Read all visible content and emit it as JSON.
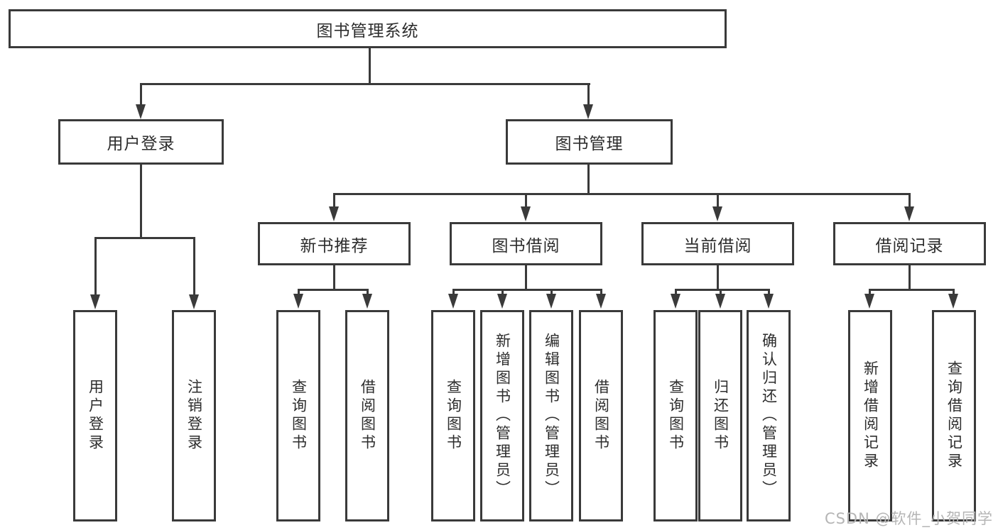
{
  "tree": {
    "root": "图书管理系统",
    "branches": [
      {
        "label": "用户登录",
        "children": [
          "用户登录",
          "注销登录"
        ]
      },
      {
        "label": "图书管理",
        "sub": [
          {
            "label": "新书推荐",
            "children": [
              "查询图书",
              "借阅图书"
            ]
          },
          {
            "label": "图书借阅",
            "children": [
              "查询图书",
              "新增图书（管理员）",
              "编辑图书（管理员）",
              "借阅图书"
            ]
          },
          {
            "label": "当前借阅",
            "children": [
              "查询图书",
              "归还图书",
              "确认归还（管理员）"
            ]
          },
          {
            "label": "借阅记录",
            "children": [
              "新增借阅记录",
              "查询借阅记录"
            ]
          }
        ]
      }
    ]
  },
  "watermark": "CSDN @软件_小贺同学",
  "colors": {
    "line": "#3a3a3a",
    "text": "#2d2d2d",
    "watermark": "#b5b5b5",
    "background": "#ffffff"
  }
}
